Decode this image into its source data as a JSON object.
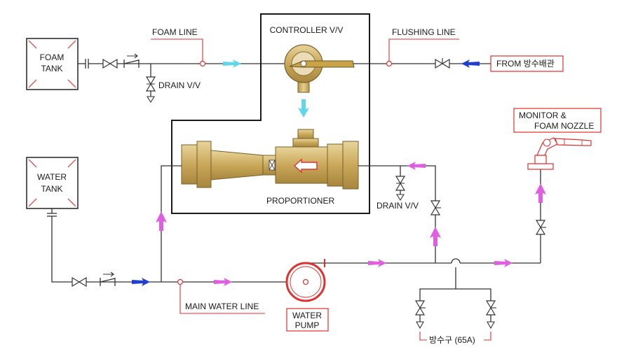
{
  "labels": {
    "foam_tank_l1": "FOAM",
    "foam_tank_l2": "TANK",
    "water_tank_l1": "WATER",
    "water_tank_l2": "TANK",
    "foam_line": "FOAM LINE",
    "controller": "CONTROLLER V/V",
    "flushing_line": "FLUSHING LINE",
    "from_supply": "FROM 방수배관",
    "drain_top": "DRAIN V/V",
    "drain_mid": "DRAIN V/V",
    "proportioner": "PROPORTIONER",
    "monitor_l1": "MONITOR &",
    "monitor_l2": "FOAM NOZZLE",
    "main_water_line": "MAIN WATER LINE",
    "water_pump_l1": "WATER",
    "water_pump_l2": "PUMP",
    "outlet": "방수구 (65A)"
  },
  "colors": {
    "foam_flow": "#5fd6ea",
    "water_flow": "#e05ee0",
    "supply_flow": "#1f3fd0",
    "callout": "#e03030",
    "brass": "#c8a85a"
  }
}
